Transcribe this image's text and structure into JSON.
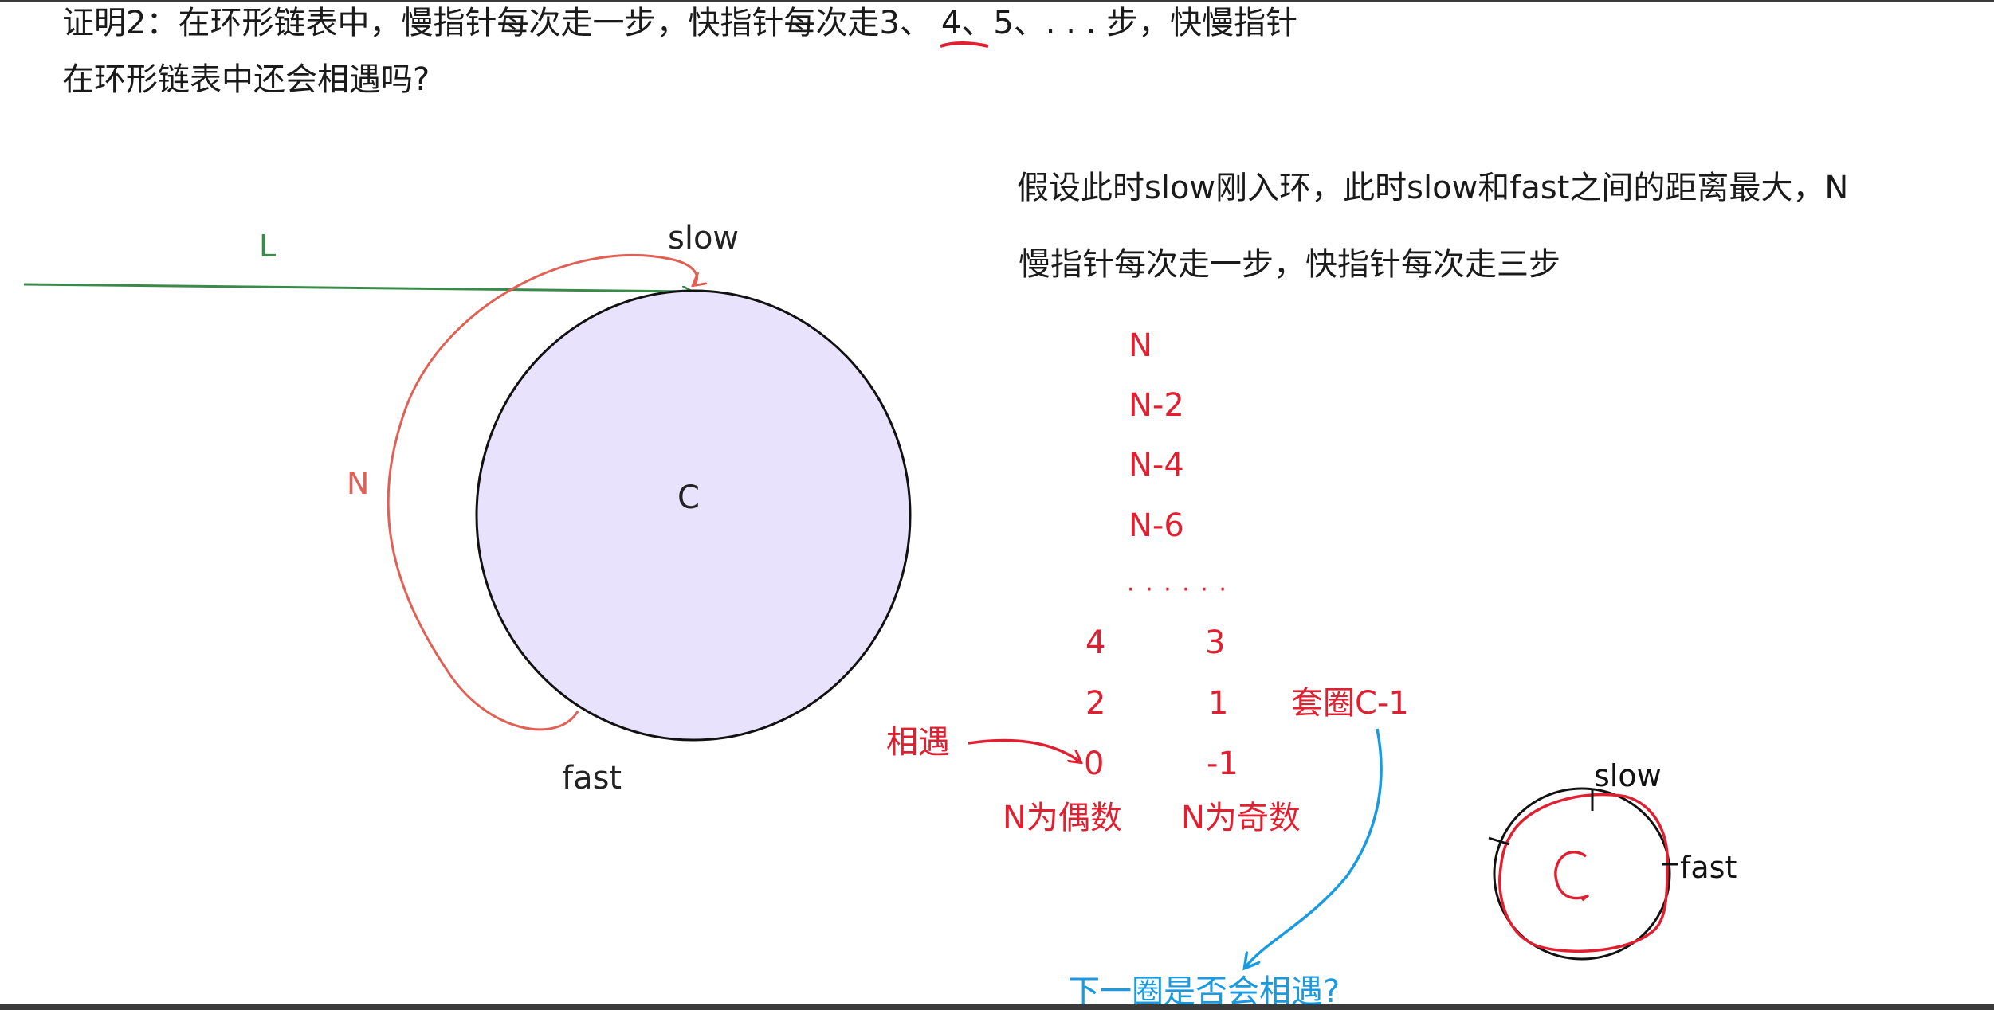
{
  "problem": {
    "line1_prefix": "证明2：在环形链表中，慢指针每次走一步，快指针每次走",
    "line1_highlight": "3、",
    "line1_suffix": "4、5、. . . 步，快慢指针",
    "line2": "在环形链表中还会相遇吗?"
  },
  "assumption": {
    "line1": "假设此时slow刚入环，此时slow和fast之间的距离最大，N",
    "line2": "慢指针每次走一步，快指针每次走三步"
  },
  "main_diagram": {
    "label_L": "L",
    "label_slow": "slow",
    "label_N": "N",
    "label_C": "C",
    "label_fast": "fast"
  },
  "sequence": {
    "items": [
      "N",
      "N-2",
      "N-4",
      "N-6"
    ],
    "dots": "· · · · · ·",
    "even_col": [
      "4",
      "2",
      "0"
    ],
    "odd_col": [
      "3",
      "1",
      "-1"
    ],
    "even_label": "N为偶数",
    "odd_label": "N为奇数",
    "meet_label": "相遇",
    "wrap_label": "套圈C-1",
    "question": "下一圈是否会相遇?"
  },
  "small_diagram": {
    "label_slow": "slow",
    "label_fast": "fast",
    "label_C": "C"
  },
  "colors": {
    "text": "#1a1a1a",
    "green": "#3a8a4a",
    "red": "#e02030",
    "salmon": "#e06055",
    "blue": "#1a9ae0",
    "circle_fill": "#e8e2fd"
  }
}
